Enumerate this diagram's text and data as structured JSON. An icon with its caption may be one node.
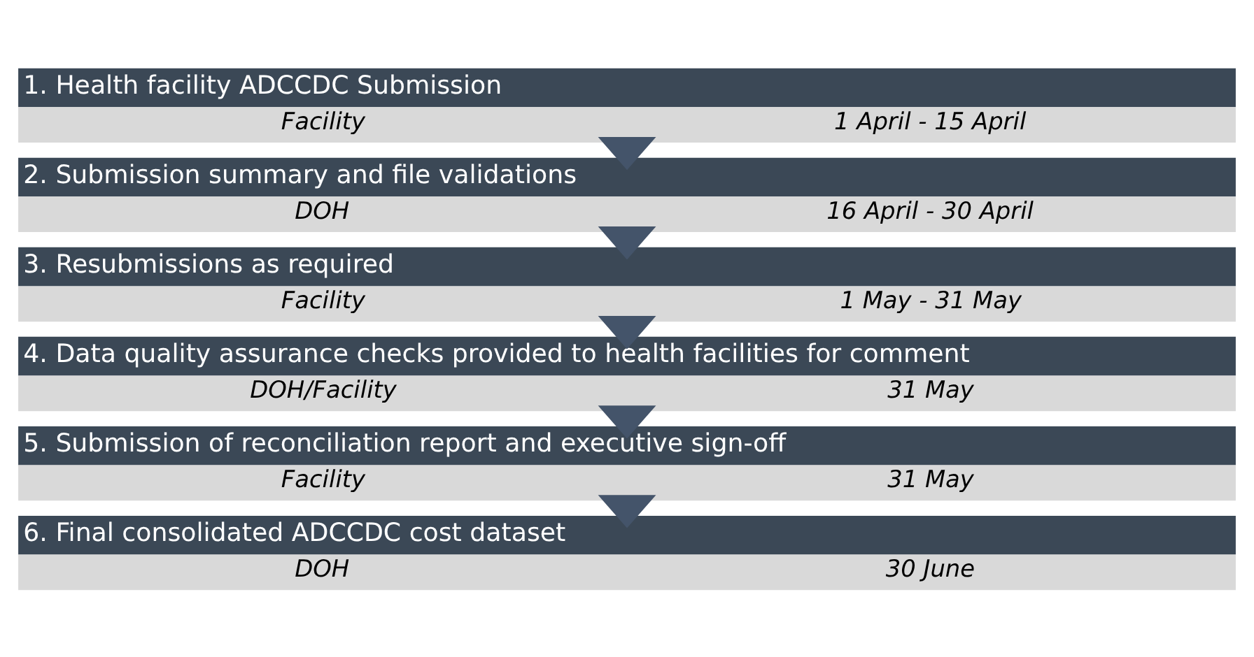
{
  "diagram": {
    "nodes": [
      {
        "text": [
          "1. Health facility ADCCDC Submission",
          "Facility",
          "1 April - 15 April"
        ]
      },
      {
        "text": [
          "2. Submission summary and file validations",
          "DOH",
          "16 April - 30 April"
        ]
      },
      {
        "text": [
          "3. Resubmissions as required",
          "Facility",
          "1 May - 31 May"
        ]
      },
      {
        "text": [
          "4. Data quality assurance checks provided to health facilities for comment",
          "DOH/Facility",
          "31 May"
        ]
      },
      {
        "text": [
          "5. Submission of reconciliation report and executive sign-off",
          "Facility",
          "31 May"
        ]
      },
      {
        "text": [
          "6. Final consolidated ADCCDC cost dataset",
          "DOH",
          "30 June"
        ]
      }
    ],
    "edges": [
      {
        "from": 0,
        "to": 1,
        "arrow": "to"
      },
      {
        "from": 1,
        "to": 2,
        "arrow": "to"
      },
      {
        "from": 2,
        "to": 3,
        "arrow": "to"
      },
      {
        "from": 3,
        "to": 4,
        "arrow": "to"
      },
      {
        "from": 4,
        "to": 5,
        "arrow": "to"
      }
    ]
  }
}
